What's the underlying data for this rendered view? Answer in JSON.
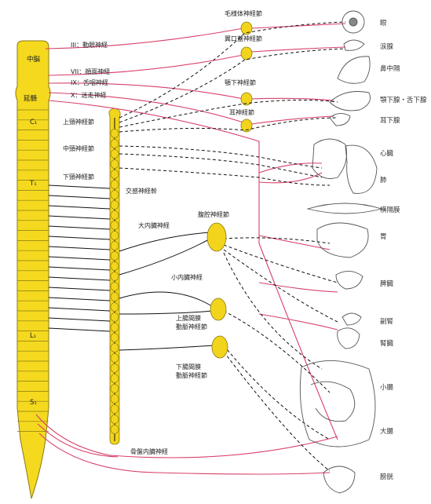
{
  "colors": {
    "spine_fill": "#f4d91f",
    "spine_outline": "#8a7a10",
    "chain_fill": "#f2d41c",
    "parasympathetic": "#d8406a",
    "sympathetic_pre": "#111111",
    "sympathetic_post": "#111111",
    "organ_ink": "#555555"
  },
  "spinal_cord": {
    "regions": {
      "midbrain": "中脳",
      "medulla": "延髄",
      "c1": "C₁",
      "t1": "T₁",
      "l1": "L₁",
      "s1": "S₁"
    }
  },
  "cranial_nerves": {
    "oculomotor": "III：動眼神経",
    "facial": "VII：顔面神経",
    "glossopharyngeal": "IX：舌咽神経",
    "vagus": "X：迷走神経"
  },
  "ganglia": {
    "ciliary": "毛様体神経節",
    "pterygopalatine": "翼口蓋神経節",
    "submandibular": "顎下神経節",
    "otic": "耳神経節",
    "superior_cervical": "上頸神経節",
    "middle_cervical": "中頸神経節",
    "inferior_cervical": "下頸神経節",
    "sympathetic_trunk": "交感神経幹",
    "celiac": "腹腔神経節",
    "superior_mesenteric": "上腸間膜\n動脈神経節",
    "inferior_mesenteric": "下腸間膜\n動脈神経節"
  },
  "nerves": {
    "greater_splanchnic": "大内臓神経",
    "lesser_splanchnic": "小内臓神経",
    "pelvic_splanchnic": "骨盤内臓神経"
  },
  "organs": {
    "eye": "眼",
    "lacrimal": "涙腺",
    "nasal": "鼻中隔",
    "submandibular_sublingual": "顎下腺・舌下腺",
    "parotid": "耳下腺",
    "heart": "心臓",
    "lung": "肺",
    "diaphragm": "横隔膜",
    "stomach": "胃",
    "spleen": "脾臓",
    "adrenal": "副腎",
    "kidney": "腎臓",
    "small_intestine": "小腸",
    "large_intestine": "大腸",
    "bladder": "膀胱"
  }
}
